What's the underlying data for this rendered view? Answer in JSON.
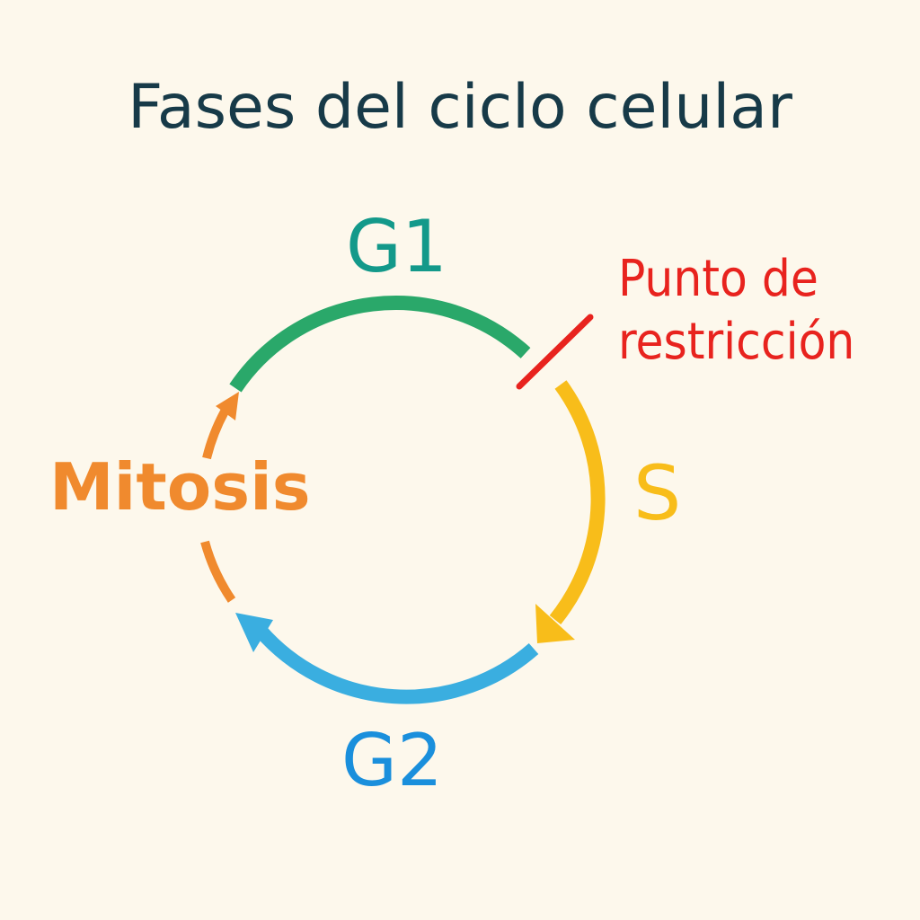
{
  "title": "Fases del ciclo celular",
  "phases": {
    "g1": "G1",
    "s": "S",
    "g2": "G2",
    "mitosis": "Mitosis"
  },
  "checkpoint": {
    "line1": "Punto de",
    "line2": "restricción"
  },
  "colors": {
    "background": "#fdf8ec",
    "g1": "#2aa86a",
    "s": "#f8bd1a",
    "g2": "#3aaee0",
    "mitosis": "#f08a2e",
    "checkpoint": "#e8231e"
  }
}
